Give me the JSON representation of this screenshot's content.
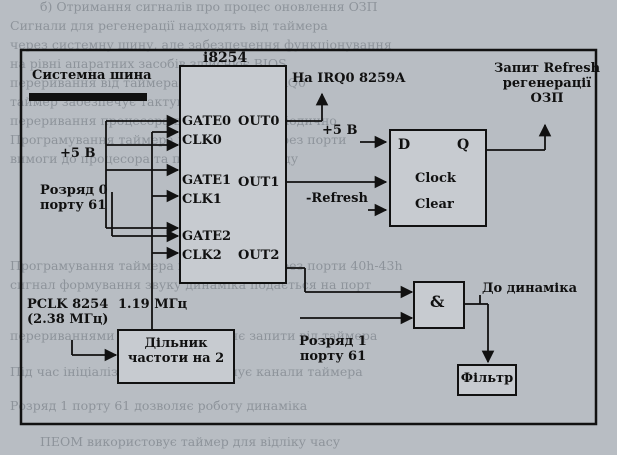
{
  "background_text": {
    "line1": "б) Отримання сигналів про процес оновлення ОЗП",
    "line2": "Сигнали для регенерації надходять від таймера",
    "line3": "через системну шину, але забезпечення функціонування",
    "line4": "на рівні апаратних засобів здійснює BIOS",
    "line5": "переривання від таймера надходить до IRQ0",
    "line6": "таймер забезпечує тактування динаміка",
    "line7": "переривання процесора відбувається періодично",
    "line8": "Програмування таймера відбувається через порти",
    "line9": "вимоги до процесора та прив'язки до вводу",
    "line10": "Програмування таймера відбувається через порти 40h-43h",
    "line11": "сигнал формування звуку динаміка подається на порт",
    "line12": "перериваннями процесор обробляє запити від таймера",
    "line13": "Під час ініціалізації BIOS програмує канали таймера",
    "line14": "Розряд 1 порту 61 дозволяє роботу динаміка",
    "line15": "ПЕОМ використовує таймер для відліку часу"
  },
  "labels": {
    "system_bus": "Системна шина",
    "chip": "i8254",
    "irq": "На IRQ0 8259A",
    "refresh_req_1": "Запит Refresh",
    "refresh_req_2": "регенерації",
    "refresh_req_3": "ОЗП",
    "plus5_left": "+5 В",
    "bit0_1": "Розряд 0",
    "bit0_2": "порту 61",
    "gate0": "GATE0",
    "clk0": "CLK0",
    "out0": "OUT0",
    "gate1": "GATE1",
    "clk1": "CLK1",
    "out1": "OUT1",
    "gate2": "GATE2",
    "clk2": "CLK2",
    "out2": "OUT2",
    "plus5_right": "+5 В",
    "refresh_neg": "-Refresh",
    "ff_d": "D",
    "ff_q": "Q",
    "ff_clock": "Clock",
    "ff_clear": "Clear",
    "pclk_1": "PCLK 8254",
    "pclk_2": "(2.38 МГц)",
    "freq": "1.19 МГц",
    "divider_1": "Дільник",
    "divider_2": "частоти на 2",
    "and_gate": "&",
    "speaker": "До динаміка",
    "bit1_1": "Розряд 1",
    "bit1_2": "порту 61",
    "filter": "Фільтр"
  }
}
